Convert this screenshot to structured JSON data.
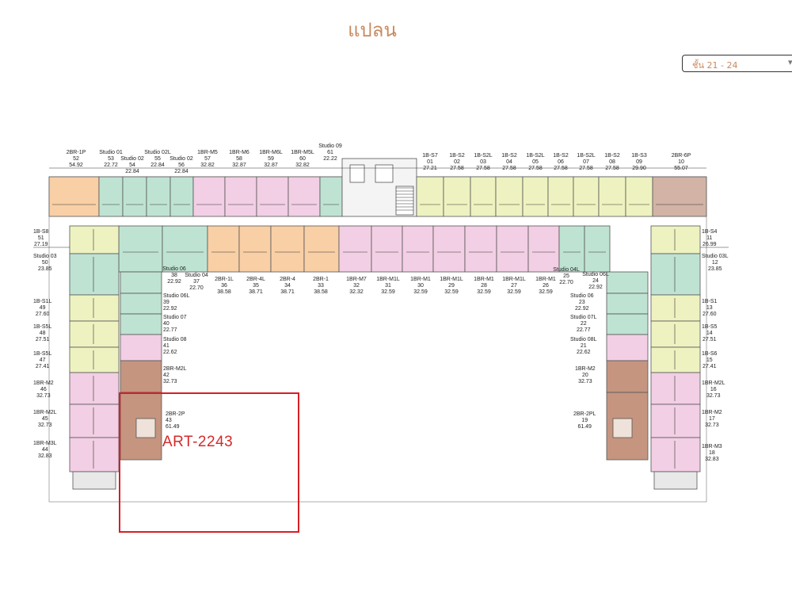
{
  "title": "แปลน",
  "floor_select": {
    "value": "ชั้น 21 - 24"
  },
  "highlight": {
    "label": "ART-2243"
  },
  "colors": {
    "studio": "#bfe3d3",
    "one_br_m": "#f2cfe4",
    "one_br_s": "#eef2c0",
    "two_br_l": "#f9cfa6",
    "two_br_p": "#c59580",
    "two_br_p_end": "#d2b3a5",
    "corridor": "#ffffff",
    "highlight": "#d61f26",
    "accent_text": "#c98a5e"
  },
  "units_top_left": [
    {
      "type": "2BR-1P",
      "no": "52",
      "size": "54.92"
    },
    {
      "type": "Studio 01",
      "no": "53",
      "size": "22.72"
    },
    {
      "type": "Studio 02",
      "no": "54",
      "size": "22.84"
    },
    {
      "type": "Studio 02L",
      "no": "55",
      "size": "22.84"
    },
    {
      "type": "Studio 02",
      "no": "56",
      "size": "22.84"
    },
    {
      "type": "1BR-M5",
      "no": "57",
      "size": "32.82"
    },
    {
      "type": "1BR-M6",
      "no": "58",
      "size": "32.87"
    },
    {
      "type": "1BR-M6L",
      "no": "59",
      "size": "32.87"
    },
    {
      "type": "1BR-M5L",
      "no": "60",
      "size": "32.82"
    },
    {
      "type": "Studio 09",
      "no": "61",
      "size": "22.22"
    }
  ],
  "units_top_right": [
    {
      "type": "1B-S7",
      "no": "01",
      "size": "27.21"
    },
    {
      "type": "1B-S2",
      "no": "02",
      "size": "27.58"
    },
    {
      "type": "1B-S2L",
      "no": "03",
      "size": "27.58"
    },
    {
      "type": "1B-S2",
      "no": "04",
      "size": "27.58"
    },
    {
      "type": "1B-S2L",
      "no": "05",
      "size": "27.58"
    },
    {
      "type": "1B-S2",
      "no": "06",
      "size": "27.58"
    },
    {
      "type": "1B-S2L",
      "no": "07",
      "size": "27.58"
    },
    {
      "type": "1B-S2",
      "no": "08",
      "size": "27.58"
    },
    {
      "type": "1B-S3",
      "no": "09",
      "size": "29.90"
    },
    {
      "type": "2BR-6P",
      "no": "10",
      "size": "55.07"
    }
  ],
  "units_inner_top": [
    {
      "type": "Studio 06",
      "no": "38",
      "size": "22.92"
    },
    {
      "type": "Studio 04",
      "no": "37",
      "size": "22.70"
    },
    {
      "type": "2BR-1L",
      "no": "36",
      "size": "38.58"
    },
    {
      "type": "2BR-4L",
      "no": "35",
      "size": "38.71"
    },
    {
      "type": "2BR-4",
      "no": "34",
      "size": "38.71"
    },
    {
      "type": "2BR-1",
      "no": "33",
      "size": "38.58"
    },
    {
      "type": "1BR-M7",
      "no": "32",
      "size": "32.32"
    },
    {
      "type": "1BR-M1L",
      "no": "31",
      "size": "32.59"
    },
    {
      "type": "1BR-M1",
      "no": "30",
      "size": "32.59"
    },
    {
      "type": "1BR-M1L",
      "no": "29",
      "size": "32.59"
    },
    {
      "type": "1BR-M1",
      "no": "28",
      "size": "32.59"
    },
    {
      "type": "1BR-M1L",
      "no": "27",
      "size": "32.59"
    },
    {
      "type": "1BR-M1",
      "no": "26",
      "size": "32.59"
    },
    {
      "type": "Studio 04L",
      "no": "25",
      "size": "22.70"
    },
    {
      "type": "Studio 06L",
      "no": "24",
      "size": "22.92"
    }
  ],
  "units_left_outer": [
    {
      "type": "1B-S8",
      "no": "51",
      "size": "27.19"
    },
    {
      "type": "Studio 03",
      "no": "50",
      "size": "23.85"
    },
    {
      "type": "1B-S1L",
      "no": "49",
      "size": "27.60"
    },
    {
      "type": "1B-S5L",
      "no": "48",
      "size": "27.51"
    },
    {
      "type": "1B-S5L",
      "no": "47",
      "size": "27.41"
    },
    {
      "type": "1BR-M2",
      "no": "46",
      "size": "32.73"
    },
    {
      "type": "1BR-M2L",
      "no": "45",
      "size": "32.73"
    },
    {
      "type": "1BR-M3L",
      "no": "44",
      "size": "32.83"
    }
  ],
  "units_left_inner": [
    {
      "type": "Studio 06L",
      "no": "39",
      "size": "22.92"
    },
    {
      "type": "Studio 07",
      "no": "40",
      "size": "22.77"
    },
    {
      "type": "Studio 08",
      "no": "41",
      "size": "22.62"
    },
    {
      "type": "2BR-M2L",
      "no": "42",
      "size": "32.73"
    },
    {
      "type": "2BR-2P",
      "no": "43",
      "size": "61.49"
    }
  ],
  "units_right_inner": [
    {
      "type": "Studio 06",
      "no": "23",
      "size": "22.92"
    },
    {
      "type": "Studio 07L",
      "no": "22",
      "size": "22.77"
    },
    {
      "type": "Studio 08L",
      "no": "21",
      "size": "22.62"
    },
    {
      "type": "1BR-M2",
      "no": "20",
      "size": "32.73"
    },
    {
      "type": "2BR-2PL",
      "no": "19",
      "size": "61.49"
    }
  ],
  "units_right_outer": [
    {
      "type": "1B-S4",
      "no": "11",
      "size": "26.99"
    },
    {
      "type": "Studio 03L",
      "no": "12",
      "size": "23.85"
    },
    {
      "type": "1B-S1",
      "no": "13",
      "size": "27.60"
    },
    {
      "type": "1B-S5",
      "no": "14",
      "size": "27.51"
    },
    {
      "type": "1B-S6",
      "no": "15",
      "size": "27.41"
    },
    {
      "type": "1BR-M2L",
      "no": "16",
      "size": "32.73"
    },
    {
      "type": "1BR-M2",
      "no": "17",
      "size": "32.73"
    },
    {
      "type": "1BR-M3",
      "no": "18",
      "size": "32.83"
    }
  ]
}
